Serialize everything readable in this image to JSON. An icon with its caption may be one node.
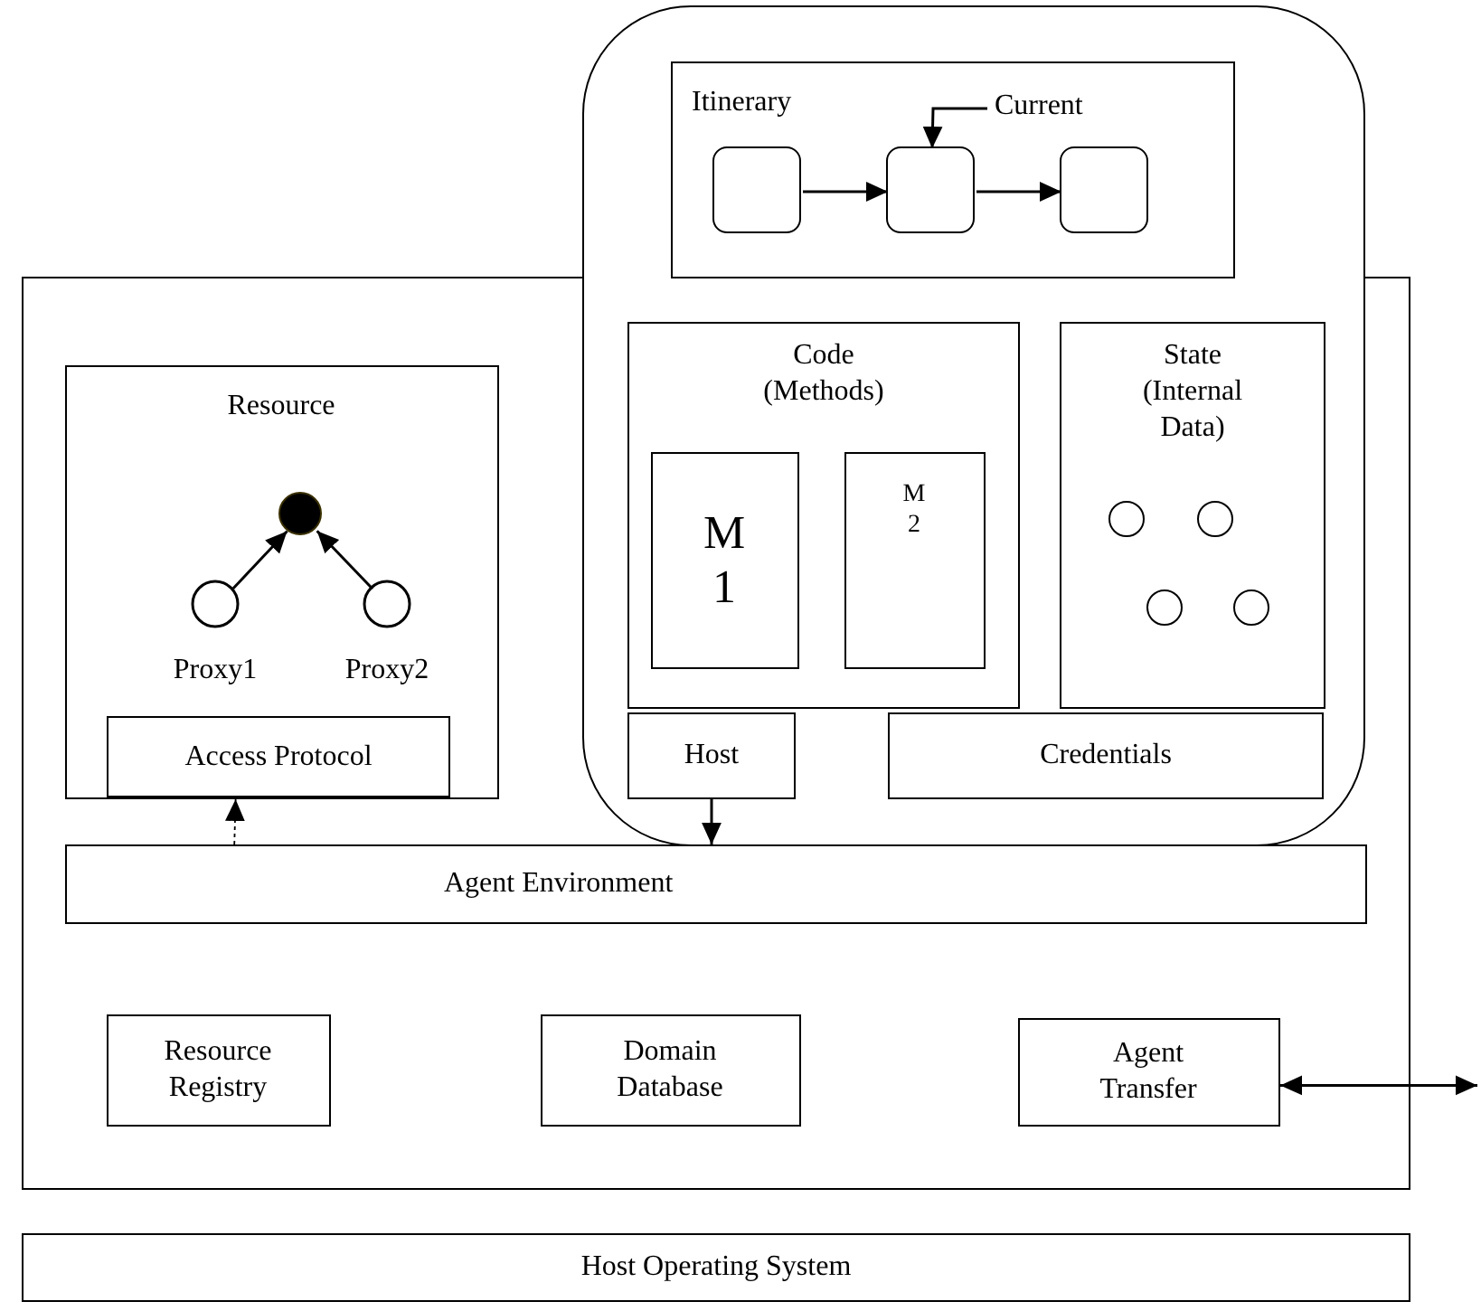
{
  "diagram": {
    "nodes": [
      {
        "text": [],
        "shape": "box"
      },
      {
        "text": [
          "Itinerary"
        ],
        "in": 0
      },
      {
        "text": [
          "Current"
        ],
        "in": 1
      },
      {
        "text": [],
        "shape": "box",
        "in": 1
      },
      {
        "text": [],
        "shape": "box",
        "in": 1
      },
      {
        "text": [],
        "shape": "box",
        "in": 1
      },
      {
        "text": [
          "Code (Methods)"
        ]
      },
      {
        "text": [
          "M 1"
        ],
        "in": 6
      },
      {
        "text": [
          "M 2"
        ],
        "in": 6
      },
      {
        "text": [
          "State (Internal Data)"
        ]
      },
      {
        "text": [],
        "shape": "circle",
        "in": 9
      },
      {
        "text": [],
        "shape": "circle",
        "in": 9
      },
      {
        "text": [],
        "shape": "circle",
        "in": 9
      },
      {
        "text": [],
        "shape": "circle",
        "in": 9
      },
      {
        "text": [
          "Host"
        ]
      },
      {
        "text": [
          "Credentials"
        ]
      },
      {
        "text": [],
        "shape": "box"
      },
      {
        "text": [
          "Resource"
        ],
        "in": 16
      },
      {
        "text": [],
        "shape": "circle",
        "in": 17
      },
      {
        "text": [
          "Proxy1"
        ],
        "in": 17
      },
      {
        "text": [
          "Proxy2"
        ],
        "in": 17
      },
      {
        "text": [
          "Access Protocol"
        ],
        "in": 17
      },
      {
        "text": [
          "Agent Environment"
        ],
        "in": 16
      },
      {
        "text": [
          "Resource Registry"
        ],
        "in": 16
      },
      {
        "text": [
          "Domain Database"
        ],
        "in": 16
      },
      {
        "text": [
          "Agent Transfer"
        ],
        "in": 16
      },
      {
        "text": [
          "Host Operating System"
        ]
      }
    ],
    "edges": [
      {
        "from": 3,
        "to": 4,
        "arrow": "to"
      },
      {
        "from": 4,
        "to": 5,
        "arrow": "to"
      },
      {
        "from": 2,
        "to": 4,
        "arrow": "to"
      },
      {
        "from": 19,
        "to": 18,
        "arrow": "to"
      },
      {
        "from": 20,
        "to": 18,
        "arrow": "to"
      },
      {
        "from": 22,
        "to": 21,
        "arrow": "to",
        "style": "dashed"
      },
      {
        "from": 14,
        "to": 22,
        "arrow": "to"
      },
      {
        "from": 25,
        "to": null,
        "arrow": "both"
      }
    ]
  }
}
